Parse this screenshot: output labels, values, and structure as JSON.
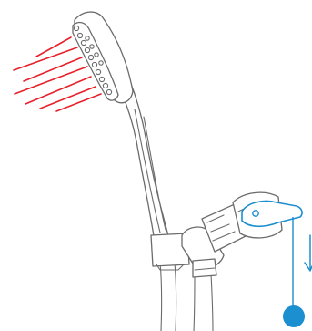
{
  "colors": {
    "spray": "#e8202a",
    "accent": "#1b8fd0",
    "outline": "#6b6b6b",
    "background": "#ffffff"
  },
  "icons": {
    "spray": "water-spray-lines",
    "release": "pull-down-arrow",
    "weight": "pull-ball"
  }
}
